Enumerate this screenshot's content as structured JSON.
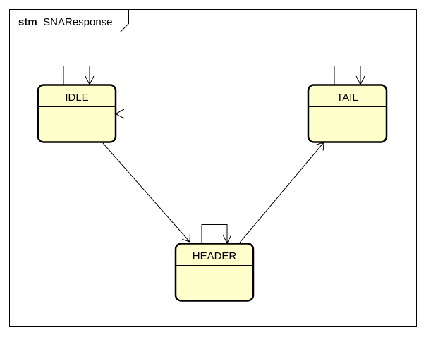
{
  "frame": {
    "keyword": "stm",
    "name": "SNAResponse"
  },
  "colors": {
    "state_fill": "#ffffcc",
    "stroke": "#000000",
    "background": "#ffffff"
  },
  "states": [
    {
      "id": "idle",
      "label": "IDLE"
    },
    {
      "id": "tail",
      "label": "TAIL"
    },
    {
      "id": "header",
      "label": "HEADER"
    }
  ],
  "transitions": [
    {
      "from": "IDLE",
      "to": "IDLE"
    },
    {
      "from": "TAIL",
      "to": "TAIL"
    },
    {
      "from": "HEADER",
      "to": "HEADER"
    },
    {
      "from": "TAIL",
      "to": "IDLE"
    },
    {
      "from": "IDLE",
      "to": "HEADER"
    },
    {
      "from": "HEADER",
      "to": "TAIL"
    }
  ]
}
